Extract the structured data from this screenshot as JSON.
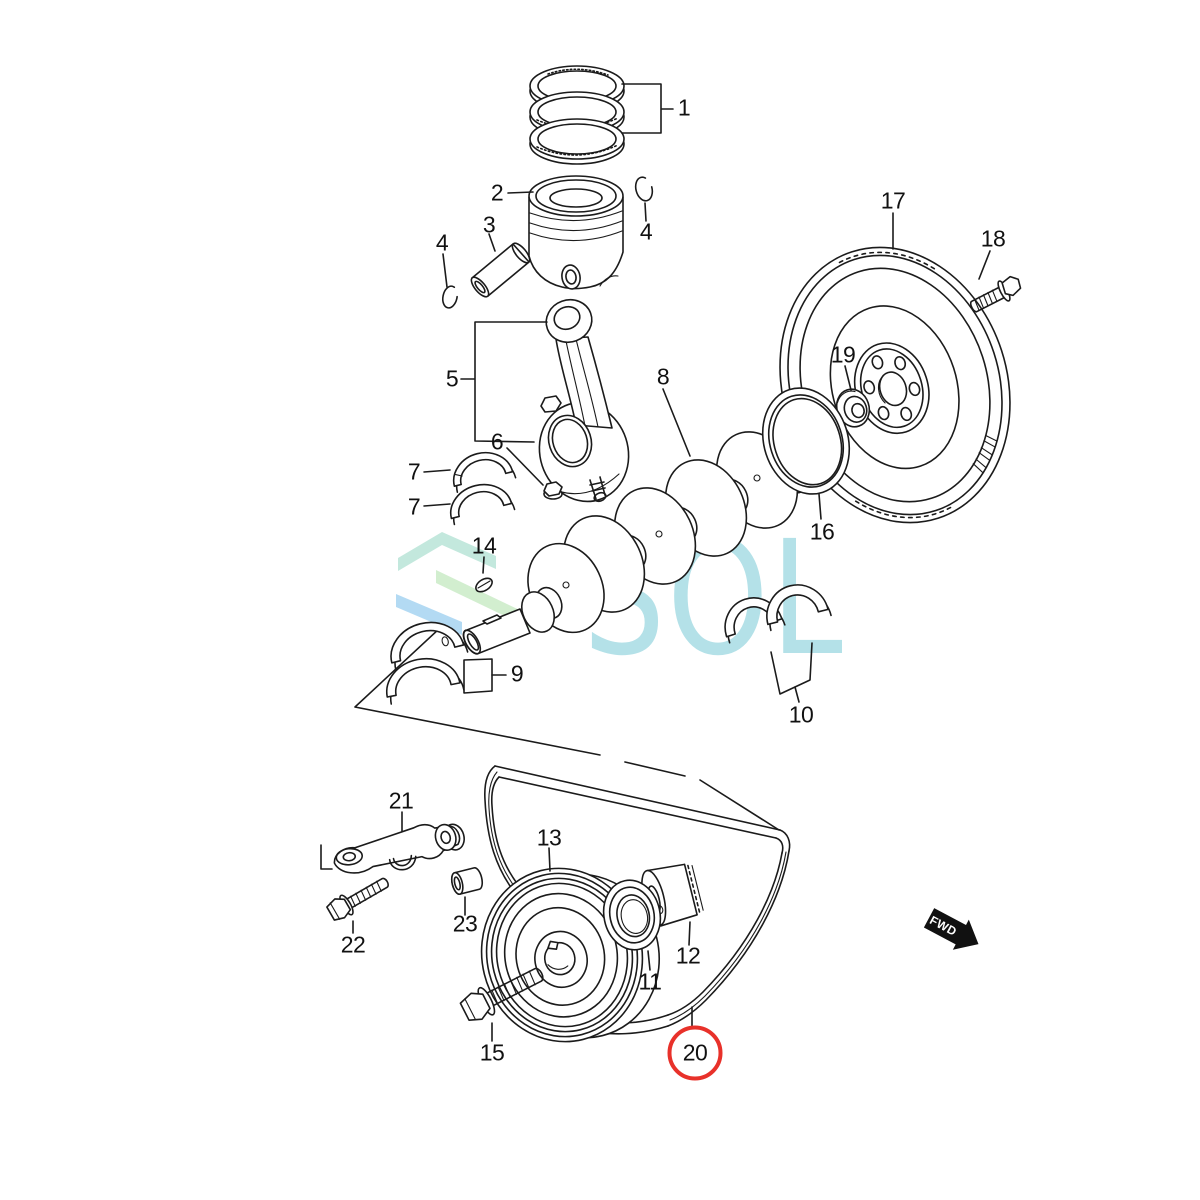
{
  "page": {
    "background": "#ffffff",
    "line_color": "#1b1b1b"
  },
  "watermark": {
    "text": "SOL",
    "letters_color": "#a7dce4",
    "stripes": {
      "teal": "#bce5d9",
      "green": "#cdecca",
      "blue": "#abd6f2"
    }
  },
  "fwd_marker": {
    "label": "FWD",
    "fill": "#111111",
    "text_color": "#ffffff"
  },
  "highlight": {
    "part_number": "20",
    "circle_color": "#e8312a"
  },
  "callouts": [
    "1",
    "2",
    "3",
    "4",
    "4",
    "5",
    "6",
    "7",
    "7",
    "8",
    "9",
    "10",
    "11",
    "12",
    "13",
    "14",
    "15",
    "16",
    "17",
    "18",
    "19",
    "20",
    "21",
    "22",
    "23"
  ]
}
